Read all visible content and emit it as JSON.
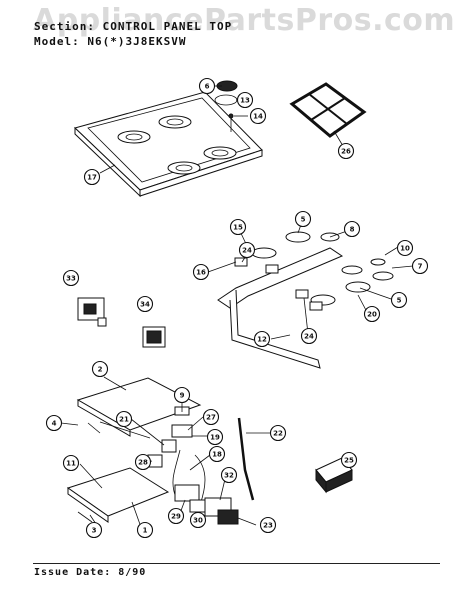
{
  "watermark": "AppliancePartsPros.com",
  "header": {
    "line1": "Section: CONTROL PANEL TOP",
    "line2": "Model: N6(*)3J8EKSVW"
  },
  "footer": {
    "issue": "Issue Date: 8/90"
  },
  "callouts": [
    "6",
    "13",
    "14",
    "17",
    "26",
    "15",
    "5",
    "8",
    "10",
    "7",
    "24",
    "16",
    "5",
    "20",
    "24",
    "12",
    "33",
    "34",
    "2",
    "9",
    "4",
    "27",
    "21",
    "19",
    "28",
    "18",
    "22",
    "25",
    "11",
    "32",
    "29",
    "30",
    "23",
    "1",
    "3"
  ]
}
